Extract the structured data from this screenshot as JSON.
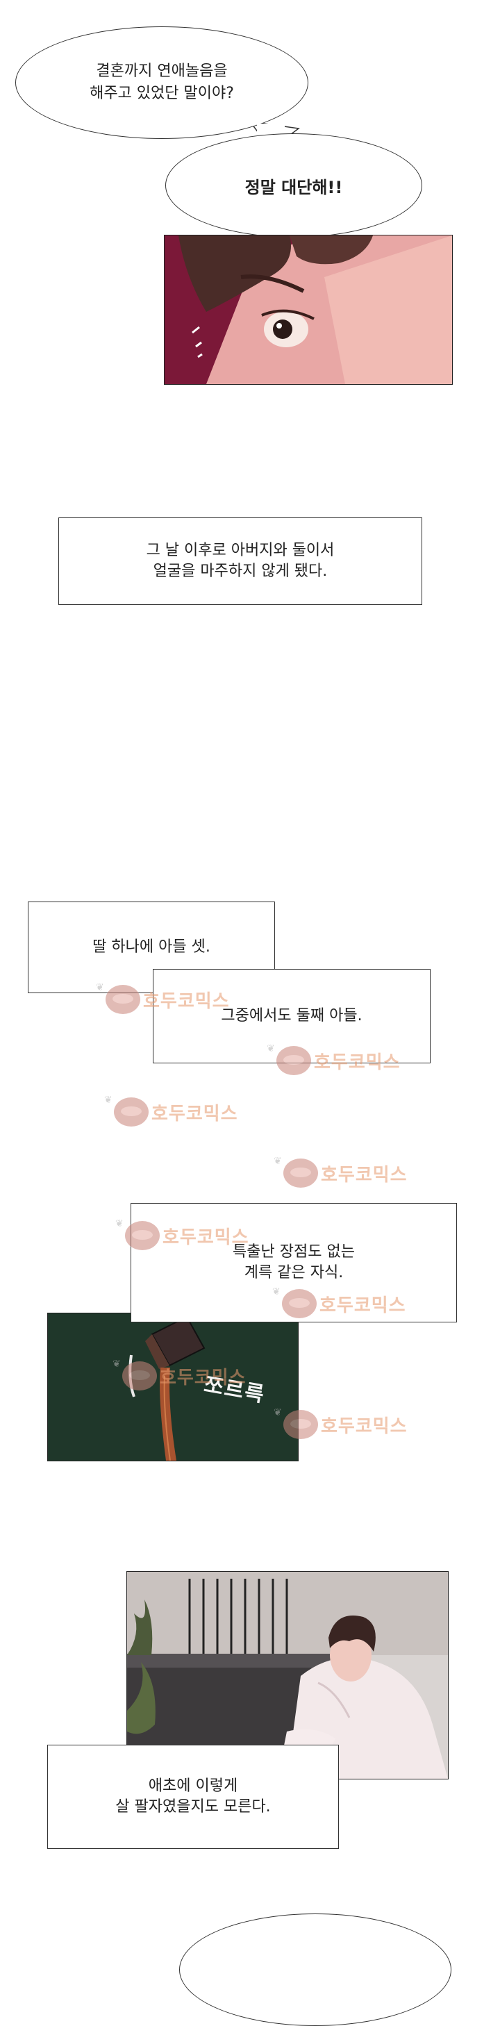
{
  "bubbles": {
    "b1": "결혼까지 연애놀음을\n해주고 있었단 말이야?",
    "b2": "정말 대단해!!"
  },
  "boxes": {
    "box1": "그 날 이후로 아버지와 둘이서\n얼굴을 마주하지 않게 됐다.",
    "box2": "딸 하나에 아들 셋.",
    "box3": "그중에서도 둘째 아들.",
    "box4": "특출난 장점도 없는\n계륵 같은 자식.",
    "box5": "애초에 이렇게\n살 팔자였을지도 모른다."
  },
  "sfx": {
    "pour": "쪼르륵"
  },
  "watermark": {
    "text": "호두코믹스"
  }
}
